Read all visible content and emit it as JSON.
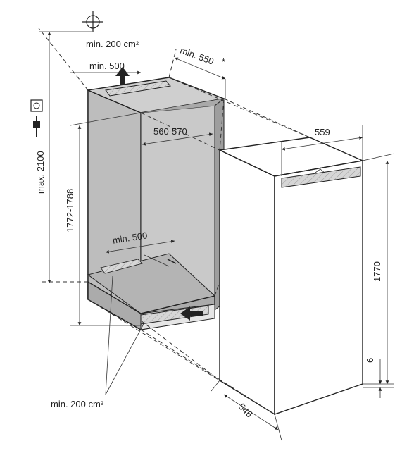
{
  "labels": {
    "vent_top_area": "min. 200 cm²",
    "vent_top_depth": "min. 500",
    "depth_min": "min. 550",
    "depth_note": "*",
    "niche_width": "560-570",
    "appliance_width": "559",
    "niche_height": "1772-1788",
    "max_height": "max. 2100",
    "appliance_height": "1770",
    "vent_bottom_depth": "min. 500",
    "bottom_gap": "6",
    "vent_bottom_area": "min. 200 cm²",
    "appliance_depth": "546"
  },
  "icons": [
    "crosshair-icon",
    "socket-icon",
    "plug-icon",
    "arrow-up-icon",
    "arrow-left-icon"
  ],
  "colors": {
    "niche_grey": "#b4b4b4",
    "niche_interior": "#c9c9c9",
    "line": "#222222",
    "vent": "#d6d6d6"
  }
}
